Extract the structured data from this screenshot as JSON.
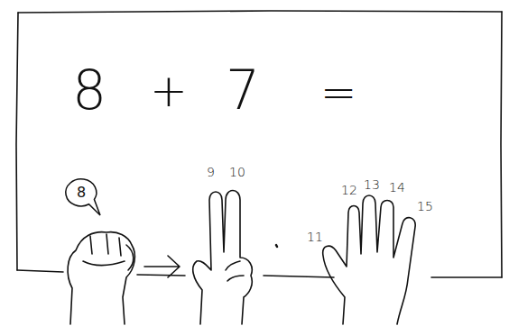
{
  "diagram": {
    "nodes": [
      {
        "text": [
          "8"
        ]
      }
    ],
    "labels": [
      "8",
      "+",
      "7",
      "=",
      "9",
      "10",
      "11",
      "12",
      "13",
      "14",
      "15"
    ]
  }
}
